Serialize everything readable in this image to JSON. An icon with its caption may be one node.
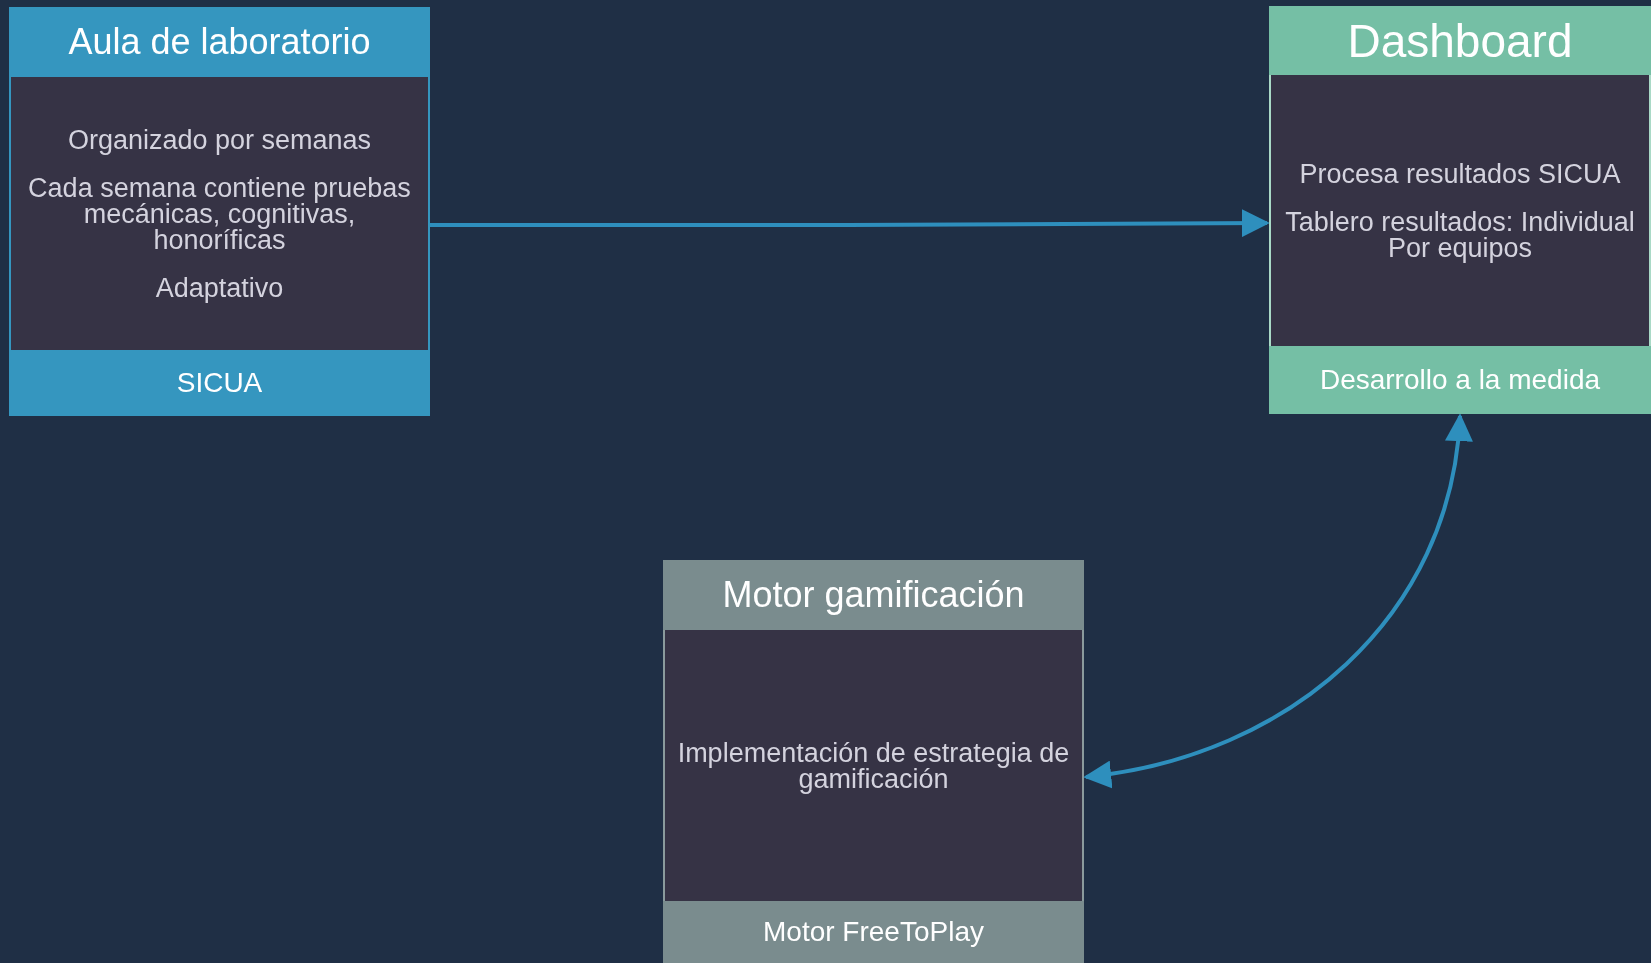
{
  "diagram": {
    "nodes": [
      {
        "text": [
          "Aula de laboratorio",
          "Organizado por semanas",
          "Cada semana contiene pruebas mecánicas, cognitivas, honoríficas",
          "Adaptativo",
          "SICUA"
        ]
      },
      {
        "text": [
          "Dashboard",
          "Procesa resultados SICUA",
          "Tablero resultados: Individual Por equipos",
          "Desarrollo a la medida"
        ]
      },
      {
        "text": [
          "Motor gamificación",
          "Implementación de estrategia de gamificación",
          "Motor FreeToPlay"
        ]
      }
    ],
    "edges": [
      {
        "from": 0,
        "to": 1,
        "arrow": "to"
      },
      {
        "from": 1,
        "to": 2,
        "arrow": "both"
      }
    ]
  }
}
